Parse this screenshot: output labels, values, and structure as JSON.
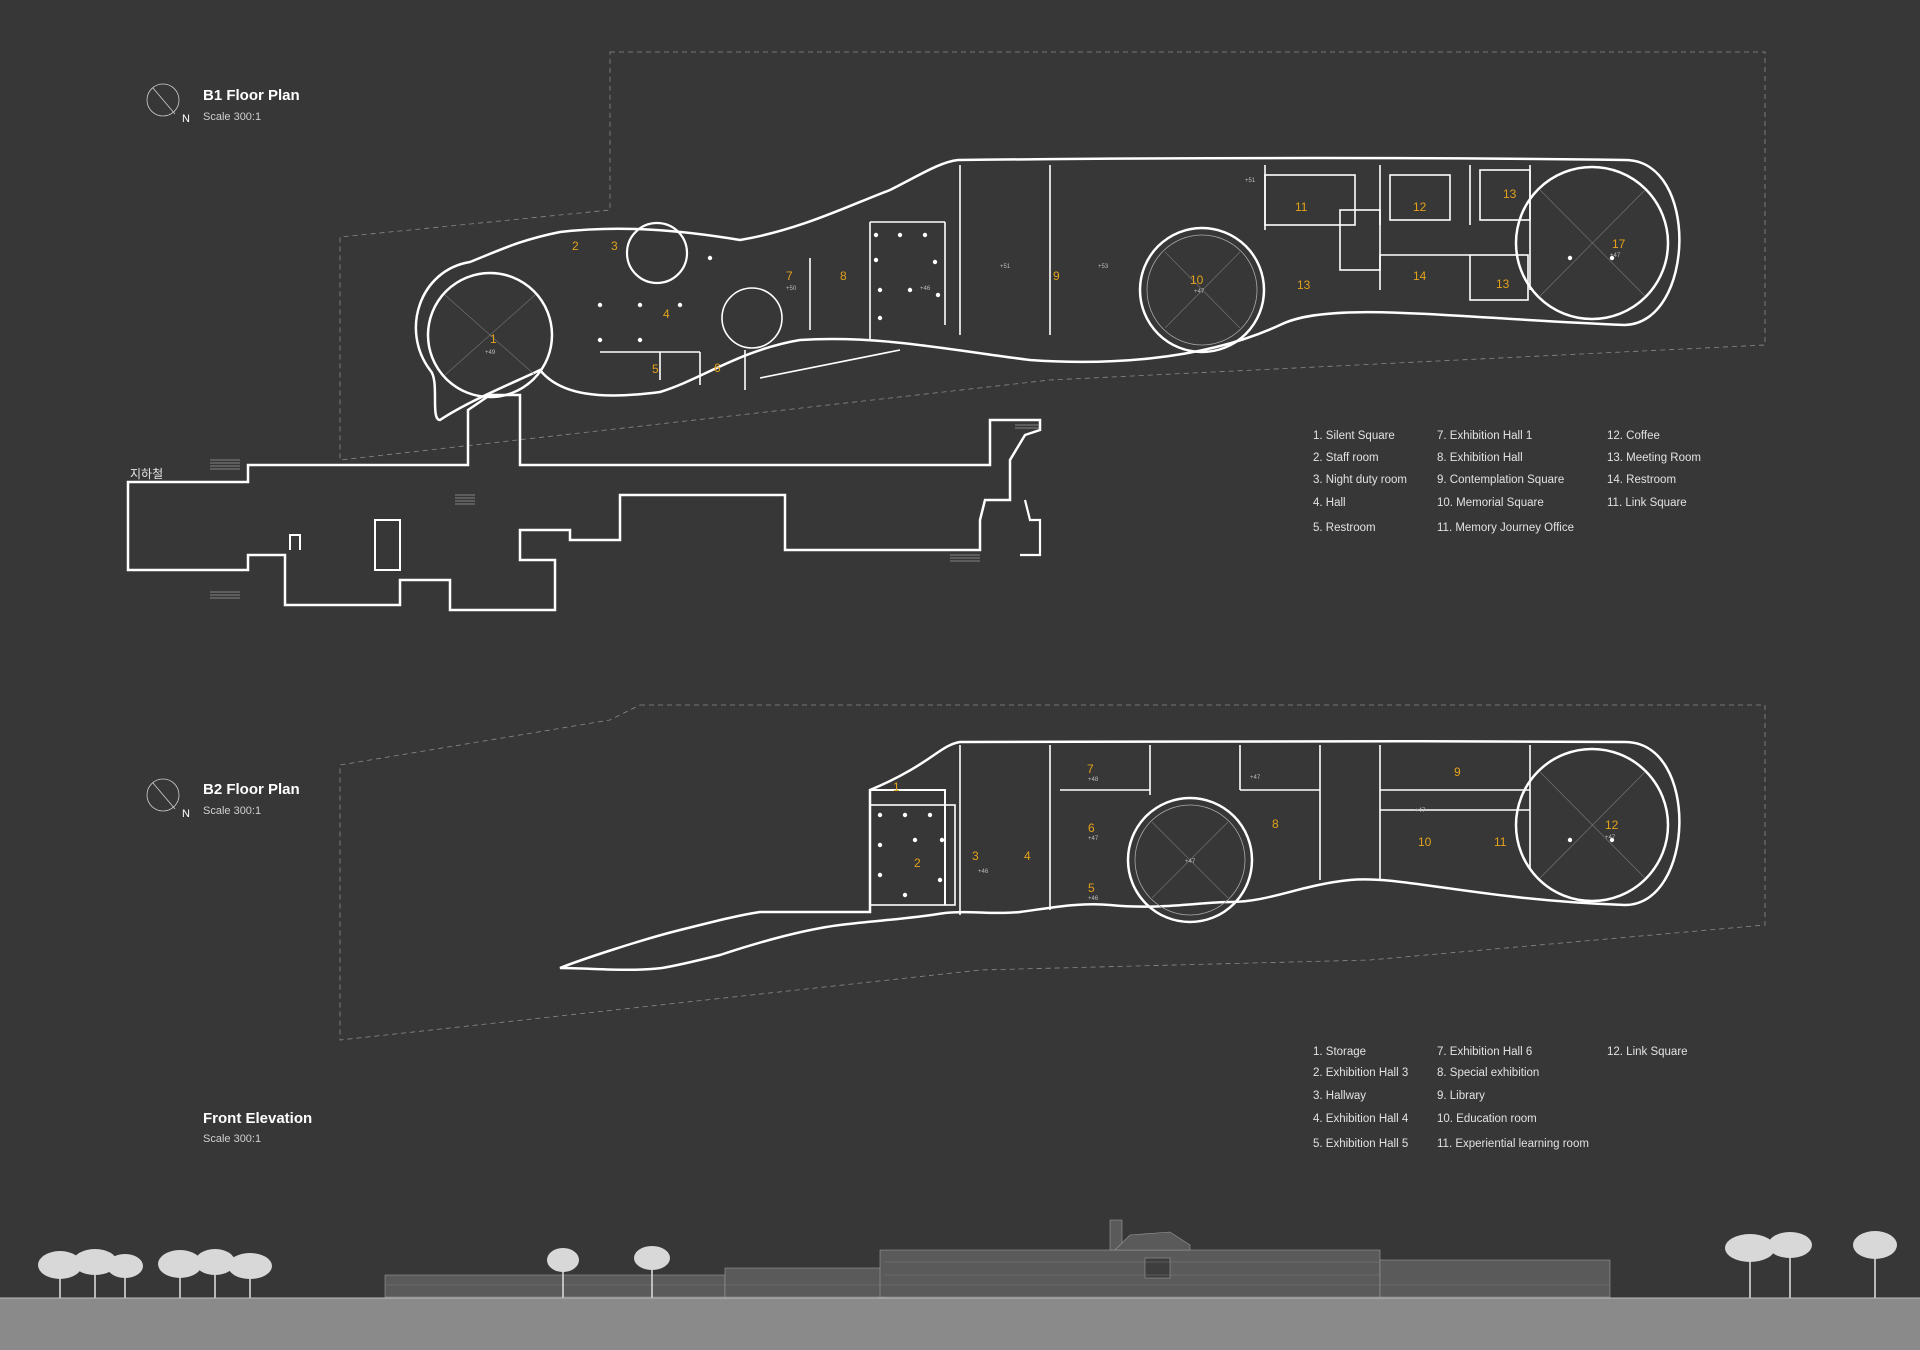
{
  "b1": {
    "title": "B1 Floor Plan",
    "scale": "Scale 300:1",
    "north": "N",
    "station_label": "지하철",
    "room_numbers": [
      "1",
      "2",
      "3",
      "4",
      "5",
      "6",
      "7",
      "8",
      "9",
      "10",
      "11",
      "12",
      "13",
      "13",
      "14",
      "13",
      "17"
    ],
    "levels": [
      "+49",
      "+50",
      "+46",
      "+51",
      "+53",
      "+47",
      "+51",
      "+47"
    ],
    "legend": [
      [
        "1. Silent Square",
        "2. Staff room",
        "3. Night duty room",
        "4. Hall",
        "5. Restroom"
      ],
      [
        "7. Exhibition Hall 1",
        "8. Exhibition Hall",
        "9. Contemplation Square",
        "10. Memorial Square",
        "11. Memory Journey Office"
      ],
      [
        "12. Coffee",
        "13. Meeting Room",
        "14. Restroom",
        "11. Link Square"
      ]
    ]
  },
  "b2": {
    "title": "B2 Floor Plan",
    "scale": "Scale 300:1",
    "north": "N",
    "room_numbers": [
      "1",
      "2",
      "3",
      "4",
      "5",
      "6",
      "7",
      "8",
      "9",
      "10",
      "11",
      "12"
    ],
    "levels": [
      "+46",
      "+48",
      "+47",
      "+46",
      "+47",
      "+47",
      "+47",
      "+47"
    ],
    "legend": [
      [
        "1. Storage",
        "2. Exhibition Hall 3",
        "3. Hallway",
        "4. Exhibition Hall 4",
        "5. Exhibition Hall 5"
      ],
      [
        "7. Exhibition Hall 6",
        "8. Special exhibition",
        "9. Library",
        "10. Education room",
        "11. Experiential learning room"
      ],
      [
        "12. Link Square"
      ]
    ]
  },
  "elevation": {
    "title": "Front Elevation",
    "scale": "Scale 300:1"
  },
  "colors": {
    "background": "#373737",
    "walls": "#ffffff",
    "room_numbers": "#e3a21a",
    "ground": "#8a8a8a"
  }
}
